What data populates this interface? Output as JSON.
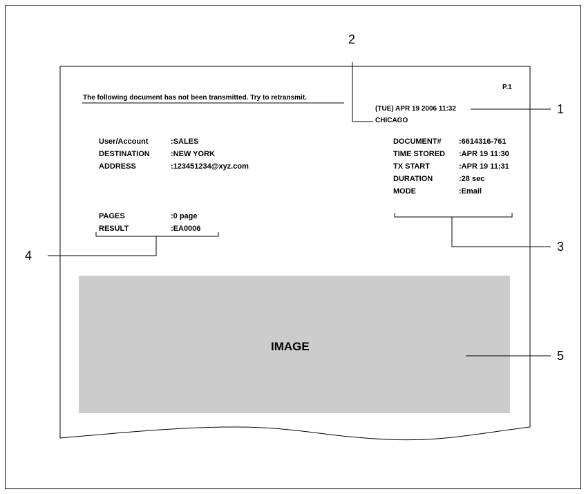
{
  "report": {
    "page_number": "P.1",
    "notice": "The following document has not been transmitted. Try to retransmit.",
    "date_time": "(TUE)  APR 19 2006  11:32",
    "sender_location": "CHICAGO",
    "left_fields": [
      {
        "label": "User/Account",
        "value": ":SALES"
      },
      {
        "label": "DESTINATION",
        "value": ":NEW YORK"
      },
      {
        "label": "ADDRESS",
        "value": ":123451234@xyz.com"
      }
    ],
    "right_fields": [
      {
        "label": "DOCUMENT#",
        "value": ":6614316-761"
      },
      {
        "label": "TIME STORED",
        "value": ":APR 19 11:30"
      },
      {
        "label": "TX START",
        "value": ":APR 19 11:31"
      },
      {
        "label": "DURATION",
        "value": ":28 sec"
      },
      {
        "label": "MODE",
        "value": ":Email"
      }
    ],
    "bottom_fields": [
      {
        "label": "PAGES",
        "value": ":0 page"
      },
      {
        "label": "RESULT",
        "value": ":EA0006"
      }
    ],
    "image_label": "IMAGE",
    "image_fill": "#cccccc"
  },
  "callouts": [
    "1",
    "2",
    "3",
    "4",
    "5"
  ]
}
